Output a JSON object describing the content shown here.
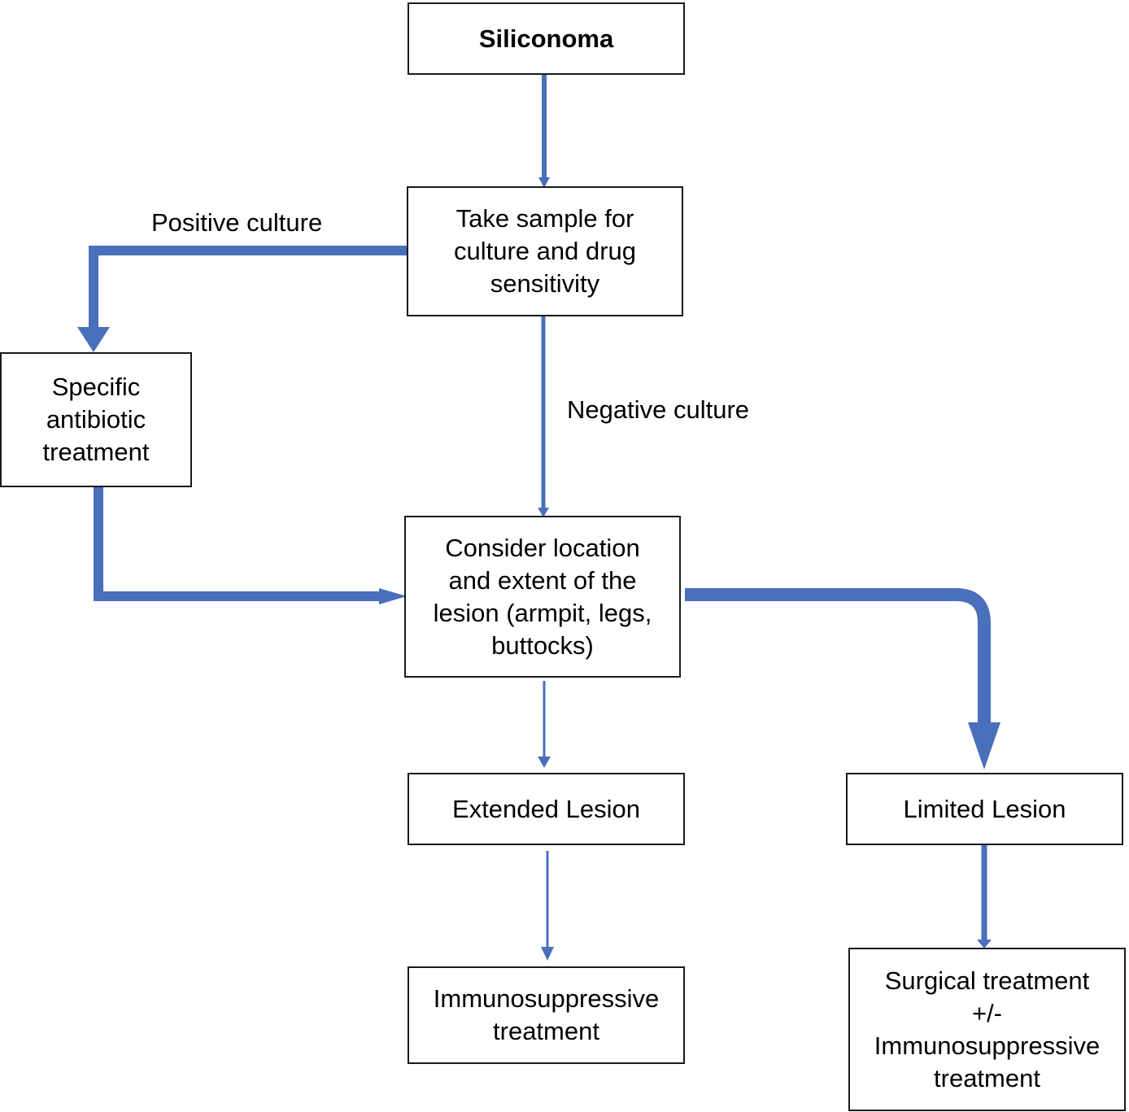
{
  "flowchart": {
    "nodes": {
      "siliconoma": "Siliconoma",
      "take_sample": "Take sample for\nculture and drug\nsensitivity",
      "antibiotic": "Specific\nantibiotic\ntreatment",
      "consider": "Consider location\nand extent of the\nlesion (armpit, legs,\nbuttocks)",
      "extended": "Extended Lesion",
      "limited": "Limited Lesion",
      "immuno": "Immunosuppressive\ntreatment",
      "surgical": "Surgical treatment\n+/-\nImmunosuppressive\ntreatment"
    },
    "edge_labels": {
      "positive": "Positive culture",
      "negative": "Negative culture"
    },
    "colors": {
      "arrow": "#4a6fbb",
      "border": "#1a1a1a"
    }
  }
}
